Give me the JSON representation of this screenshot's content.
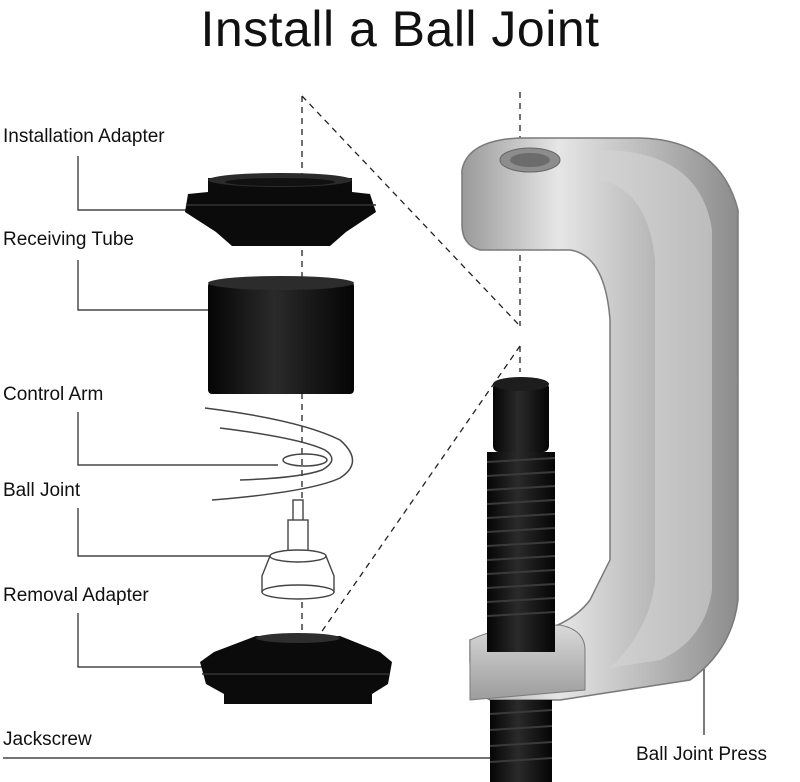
{
  "title": "Install a Ball Joint",
  "labels": {
    "installation_adapter": "Installation Adapter",
    "receiving_tube": "Receiving Tube",
    "control_arm": "Control Arm",
    "ball_joint": "Ball Joint",
    "removal_adapter": "Removal Adapter",
    "jackscrew": "Jackscrew",
    "ball_joint_press": "Ball Joint Press"
  },
  "colors": {
    "text": "#111111",
    "part_black": "#0c0c0c",
    "press_silver": "#c4c4c4",
    "press_dark": "#8a8a8a",
    "outline": "#444444"
  }
}
